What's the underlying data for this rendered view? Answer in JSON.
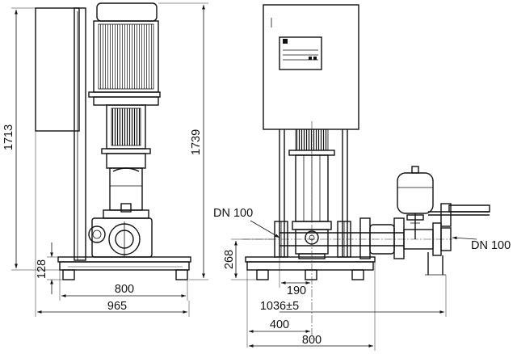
{
  "diagram": {
    "side_view": {
      "dim_height_frame": "1713",
      "dim_height_total": "1739",
      "dim_base": "128",
      "dim_width_frame": "800",
      "dim_width_total": "965"
    },
    "front_view": {
      "label_dn_left": "DN 100",
      "label_dn_right": "DN 100",
      "dim_pipe_height": "268",
      "dim_190": "190",
      "dim_1036": "1036±5",
      "dim_400": "400",
      "dim_800": "800"
    }
  }
}
